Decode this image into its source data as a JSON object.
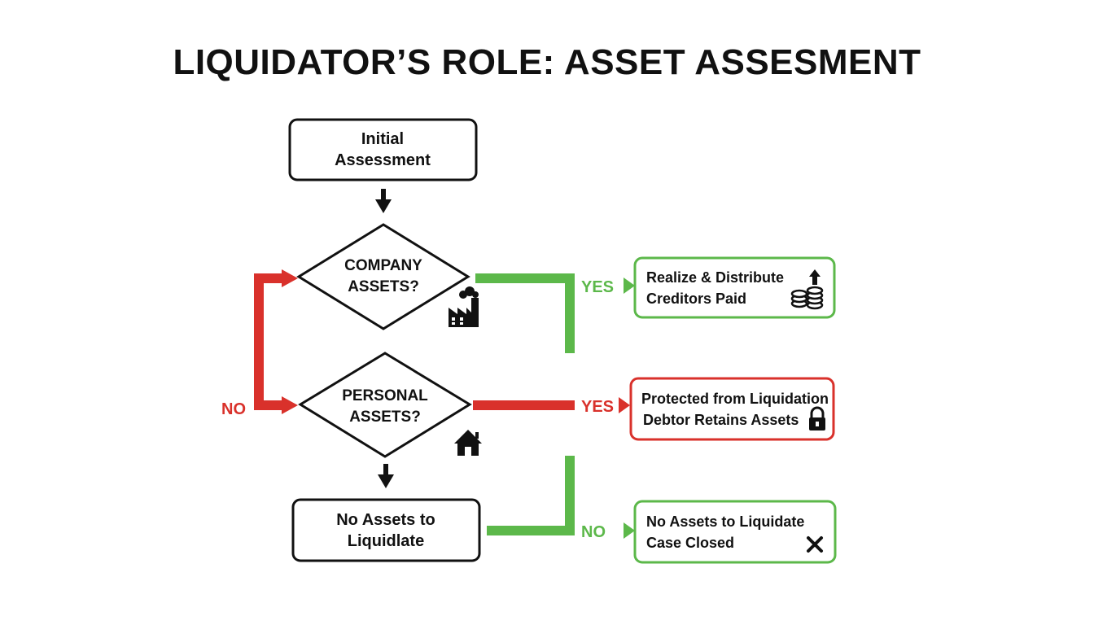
{
  "title": "LIQUIDATOR’S ROLE: ASSET ASSESMENT",
  "nodes": {
    "initial": {
      "line1": "Initial",
      "line2": "Assessment"
    },
    "company": {
      "line1": "COMPANY",
      "line2": "ASSETS?",
      "icon": "factory-icon"
    },
    "personal": {
      "line1": "PERSONAL",
      "line2": "ASSETS?",
      "icon": "house-icon"
    },
    "no_assets": {
      "line1": "No Assets to",
      "line2": "Liquidlate"
    },
    "realize": {
      "line1": "Realize & Distribute",
      "line2": "Creditors Paid",
      "icon": "coin-stack-up-icon"
    },
    "protected": {
      "line1": "Protected from Liquidation",
      "line2": "Debtor Retains Assets",
      "icon": "lock-icon"
    },
    "closed": {
      "line1": "No Assets to Liquidate",
      "line2": "Case Closed",
      "icon": "close-x-icon"
    }
  },
  "edge_labels": {
    "company_yes": "YES",
    "personal_yes": "YES",
    "loop_no": "NO",
    "final_no": "NO"
  },
  "colors": {
    "green": "#5cb84a",
    "red": "#d9312b",
    "black": "#111111"
  }
}
